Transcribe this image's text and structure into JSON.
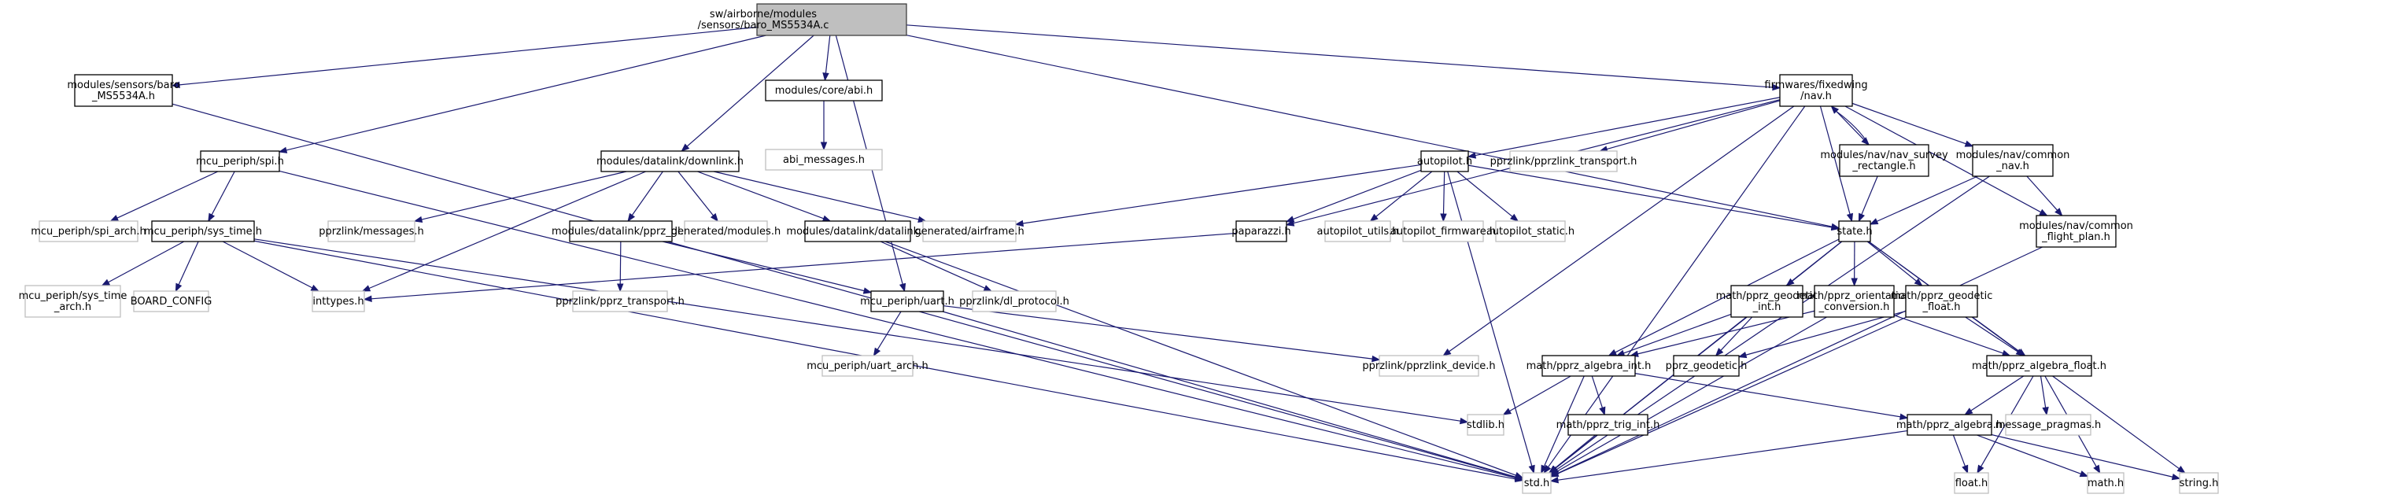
{
  "graph": {
    "title": "sw/airborne/modules/sensors/baro_MS5534A.c include dependency graph",
    "colors": {
      "edge": "#191970",
      "root_fill": "#bfbfbf",
      "node_border": "#000000",
      "external_border": "#bfbfbf"
    },
    "nodes": [
      {
        "id": "root",
        "lines": [
          "sw/airborne/modules",
          "/sensors/baro_MS5534A.c"
        ],
        "kind": "root"
      },
      {
        "id": "baro_h",
        "lines": [
          "modules/sensors/baro",
          "_MS5534A.h"
        ],
        "kind": "internal"
      },
      {
        "id": "abi_h",
        "lines": [
          "modules/core/abi.h"
        ],
        "kind": "internal"
      },
      {
        "id": "abi_messages_h",
        "lines": [
          "abi_messages.h"
        ],
        "kind": "external"
      },
      {
        "id": "nav_h",
        "lines": [
          "firmwares/fixedwing",
          "/nav.h"
        ],
        "kind": "internal"
      },
      {
        "id": "spi_h",
        "lines": [
          "mcu_periph/spi.h"
        ],
        "kind": "internal"
      },
      {
        "id": "downlink_h",
        "lines": [
          "modules/datalink/downlink.h"
        ],
        "kind": "internal"
      },
      {
        "id": "autopilot_h",
        "lines": [
          "autopilot.h"
        ],
        "kind": "internal"
      },
      {
        "id": "pprzlink_transport_h",
        "lines": [
          "pprzlink/pprzlink_transport.h"
        ],
        "kind": "external"
      },
      {
        "id": "nav_survey_h",
        "lines": [
          "modules/nav/nav_survey",
          "_rectangle.h"
        ],
        "kind": "internal"
      },
      {
        "id": "common_nav_h",
        "lines": [
          "modules/nav/common",
          "_nav.h"
        ],
        "kind": "internal"
      },
      {
        "id": "spi_arch_h",
        "lines": [
          "mcu_periph/spi_arch.h"
        ],
        "kind": "external"
      },
      {
        "id": "sys_time_h",
        "lines": [
          "mcu_periph/sys_time.h"
        ],
        "kind": "internal"
      },
      {
        "id": "messages_h",
        "lines": [
          "pprzlink/messages.h"
        ],
        "kind": "external"
      },
      {
        "id": "pprz_dl_h",
        "lines": [
          "modules/datalink/pprz_dl.h"
        ],
        "kind": "internal"
      },
      {
        "id": "gen_modules_h",
        "lines": [
          "generated/modules.h"
        ],
        "kind": "external"
      },
      {
        "id": "datalink_h",
        "lines": [
          "modules/datalink/datalink.h"
        ],
        "kind": "internal"
      },
      {
        "id": "airframe_h",
        "lines": [
          "generated/airframe.h"
        ],
        "kind": "external"
      },
      {
        "id": "paparazzi_h",
        "lines": [
          "paparazzi.h"
        ],
        "kind": "internal"
      },
      {
        "id": "autopilot_utils_h",
        "lines": [
          "autopilot_utils.h"
        ],
        "kind": "external"
      },
      {
        "id": "autopilot_firmware_h",
        "lines": [
          "autopilot_firmware.h"
        ],
        "kind": "external"
      },
      {
        "id": "autopilot_static_h",
        "lines": [
          "autopilot_static.h"
        ],
        "kind": "external"
      },
      {
        "id": "state_h",
        "lines": [
          "state.h"
        ],
        "kind": "internal"
      },
      {
        "id": "common_flight_plan_h",
        "lines": [
          "modules/nav/common",
          "_flight_plan.h"
        ],
        "kind": "internal"
      },
      {
        "id": "sys_time_arch_h",
        "lines": [
          "mcu_periph/sys_time",
          "_arch.h"
        ],
        "kind": "external"
      },
      {
        "id": "board_config",
        "lines": [
          "BOARD_CONFIG"
        ],
        "kind": "external"
      },
      {
        "id": "inttypes_h",
        "lines": [
          "inttypes.h"
        ],
        "kind": "external"
      },
      {
        "id": "pprz_transport_h",
        "lines": [
          "pprzlink/pprz_transport.h"
        ],
        "kind": "external"
      },
      {
        "id": "uart_h",
        "lines": [
          "mcu_periph/uart.h"
        ],
        "kind": "internal"
      },
      {
        "id": "dl_protocol_h",
        "lines": [
          "pprzlink/dl_protocol.h"
        ],
        "kind": "external"
      },
      {
        "id": "geodetic_int_h",
        "lines": [
          "math/pprz_geodetic",
          "_int.h"
        ],
        "kind": "internal"
      },
      {
        "id": "orientation_h",
        "lines": [
          "math/pprz_orientation",
          "_conversion.h"
        ],
        "kind": "internal"
      },
      {
        "id": "geodetic_float_h",
        "lines": [
          "math/pprz_geodetic",
          "_float.h"
        ],
        "kind": "internal"
      },
      {
        "id": "uart_arch_h",
        "lines": [
          "mcu_periph/uart_arch.h"
        ],
        "kind": "external"
      },
      {
        "id": "pprzlink_device_h",
        "lines": [
          "pprzlink/pprzlink_device.h"
        ],
        "kind": "external"
      },
      {
        "id": "algebra_int_h",
        "lines": [
          "math/pprz_algebra_int.h"
        ],
        "kind": "internal"
      },
      {
        "id": "pprz_geodetic_h",
        "lines": [
          "pprz_geodetic.h"
        ],
        "kind": "internal"
      },
      {
        "id": "algebra_float_h",
        "lines": [
          "math/pprz_algebra_float.h"
        ],
        "kind": "internal"
      },
      {
        "id": "stdlib_h",
        "lines": [
          "stdlib.h"
        ],
        "kind": "external"
      },
      {
        "id": "trig_int_h",
        "lines": [
          "math/pprz_trig_int.h"
        ],
        "kind": "internal"
      },
      {
        "id": "algebra_h",
        "lines": [
          "math/pprz_algebra.h"
        ],
        "kind": "internal"
      },
      {
        "id": "message_pragmas_h",
        "lines": [
          "message_pragmas.h"
        ],
        "kind": "external"
      },
      {
        "id": "std_h",
        "lines": [
          "std.h"
        ],
        "kind": "external"
      },
      {
        "id": "float_h",
        "lines": [
          "float.h"
        ],
        "kind": "external"
      },
      {
        "id": "math_h",
        "lines": [
          "math.h"
        ],
        "kind": "external"
      },
      {
        "id": "string_h",
        "lines": [
          "string.h"
        ],
        "kind": "external"
      }
    ],
    "edges": [
      [
        "root",
        "baro_h"
      ],
      [
        "root",
        "spi_h"
      ],
      [
        "root",
        "downlink_h"
      ],
      [
        "root",
        "abi_h"
      ],
      [
        "root",
        "uart_h"
      ],
      [
        "root",
        "nav_h"
      ],
      [
        "root",
        "state_h"
      ],
      [
        "baro_h",
        "std_h"
      ],
      [
        "abi_h",
        "abi_messages_h"
      ],
      [
        "spi_h",
        "spi_arch_h"
      ],
      [
        "spi_h",
        "sys_time_h"
      ],
      [
        "spi_h",
        "std_h"
      ],
      [
        "sys_time_h",
        "sys_time_arch_h"
      ],
      [
        "sys_time_h",
        "board_config"
      ],
      [
        "sys_time_h",
        "inttypes_h"
      ],
      [
        "sys_time_h",
        "std_h"
      ],
      [
        "sys_time_h",
        "stdlib_h"
      ],
      [
        "downlink_h",
        "inttypes_h"
      ],
      [
        "downlink_h",
        "messages_h"
      ],
      [
        "downlink_h",
        "pprz_dl_h"
      ],
      [
        "downlink_h",
        "gen_modules_h"
      ],
      [
        "downlink_h",
        "datalink_h"
      ],
      [
        "downlink_h",
        "airframe_h"
      ],
      [
        "pprz_dl_h",
        "pprz_transport_h"
      ],
      [
        "pprz_dl_h",
        "uart_h"
      ],
      [
        "datalink_h",
        "dl_protocol_h"
      ],
      [
        "datalink_h",
        "std_h"
      ],
      [
        "uart_h",
        "uart_arch_h"
      ],
      [
        "uart_h",
        "std_h"
      ],
      [
        "uart_h",
        "pprzlink_device_h"
      ],
      [
        "nav_h",
        "autopilot_h"
      ],
      [
        "nav_h",
        "pprzlink_transport_h"
      ],
      [
        "nav_h",
        "nav_survey_h"
      ],
      [
        "nav_h",
        "common_nav_h"
      ],
      [
        "nav_h",
        "common_flight_plan_h"
      ],
      [
        "nav_h",
        "state_h"
      ],
      [
        "nav_h",
        "paparazzi_h"
      ],
      [
        "nav_h",
        "std_h"
      ],
      [
        "nav_h",
        "pprzlink_device_h"
      ],
      [
        "nav_survey_h",
        "nav_h"
      ],
      [
        "nav_survey_h",
        "state_h"
      ],
      [
        "common_nav_h",
        "state_h"
      ],
      [
        "common_nav_h",
        "common_flight_plan_h"
      ],
      [
        "common_nav_h",
        "std_h"
      ],
      [
        "common_flight_plan_h",
        "std_h"
      ],
      [
        "autopilot_h",
        "airframe_h"
      ],
      [
        "autopilot_h",
        "paparazzi_h"
      ],
      [
        "autopilot_h",
        "autopilot_utils_h"
      ],
      [
        "autopilot_h",
        "autopilot_firmware_h"
      ],
      [
        "autopilot_h",
        "autopilot_static_h"
      ],
      [
        "autopilot_h",
        "state_h"
      ],
      [
        "autopilot_h",
        "std_h"
      ],
      [
        "paparazzi_h",
        "inttypes_h"
      ],
      [
        "state_h",
        "geodetic_int_h"
      ],
      [
        "state_h",
        "orientation_h"
      ],
      [
        "state_h",
        "geodetic_float_h"
      ],
      [
        "state_h",
        "algebra_int_h"
      ],
      [
        "state_h",
        "algebra_float_h"
      ],
      [
        "state_h",
        "std_h"
      ],
      [
        "state_h",
        "string_h"
      ],
      [
        "geodetic_int_h",
        "algebra_int_h"
      ],
      [
        "geodetic_int_h",
        "pprz_geodetic_h"
      ],
      [
        "geodetic_int_h",
        "std_h"
      ],
      [
        "orientation_h",
        "algebra_int_h"
      ],
      [
        "orientation_h",
        "algebra_float_h"
      ],
      [
        "orientation_h",
        "std_h"
      ],
      [
        "geodetic_float_h",
        "pprz_geodetic_h"
      ],
      [
        "geodetic_float_h",
        "algebra_float_h"
      ],
      [
        "geodetic_float_h",
        "std_h"
      ],
      [
        "algebra_int_h",
        "stdlib_h"
      ],
      [
        "algebra_int_h",
        "trig_int_h"
      ],
      [
        "algebra_int_h",
        "algebra_h"
      ],
      [
        "algebra_int_h",
        "std_h"
      ],
      [
        "trig_int_h",
        "std_h"
      ],
      [
        "algebra_float_h",
        "algebra_h"
      ],
      [
        "algebra_float_h",
        "message_pragmas_h"
      ],
      [
        "algebra_float_h",
        "float_h"
      ],
      [
        "algebra_float_h",
        "math_h"
      ],
      [
        "algebra_h",
        "float_h"
      ],
      [
        "algebra_h",
        "math_h"
      ],
      [
        "algebra_h",
        "string_h"
      ],
      [
        "algebra_h",
        "std_h"
      ]
    ]
  }
}
